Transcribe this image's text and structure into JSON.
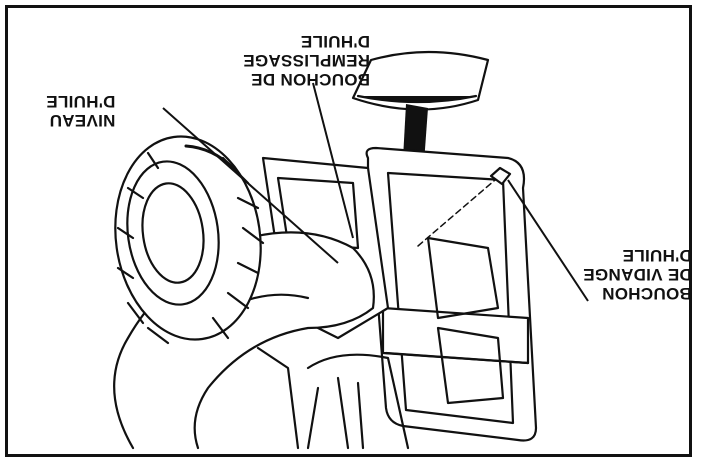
{
  "labels": {
    "drain": [
      "BOUCHON",
      "DE VIDANGE",
      "D'HUILE"
    ],
    "fill": [
      "BOUCHON DE",
      "REMPLISSAGE",
      "D'HUILE"
    ],
    "level": [
      "NIVEAU",
      "D'HUILE"
    ]
  },
  "colors": {
    "ink": "#111111",
    "paper": "#ffffff"
  }
}
